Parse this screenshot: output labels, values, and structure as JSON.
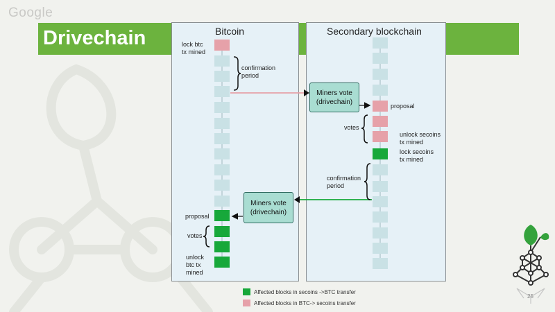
{
  "watermark_text": "Google",
  "slide": {
    "title": "Drivechain",
    "page_number": "25"
  },
  "left_panel": {
    "title": "Bitcoin",
    "labels": {
      "lock": "lock btc\ntx mined",
      "confirmation": "confirmation\nperiod",
      "proposal": "proposal",
      "votes": "votes",
      "unlock": "unlock\nbtc tx\nmined"
    }
  },
  "right_panel": {
    "title": "Secondary blockchain",
    "labels": {
      "proposal": "proposal",
      "votes": "votes",
      "unlock": "unlock secoins\ntx mined",
      "lock": "lock secoins\ntx mined",
      "confirmation": "confirmation\nperiod"
    }
  },
  "vote_boxes": {
    "top": "Miners vote\n(drivechain)",
    "bottom": "Miners vote\n(drivechain)"
  },
  "legend": [
    {
      "color": "#17a83a",
      "label": "Affected blocks in secoins ->BTC transfer"
    },
    {
      "color": "#e6a1a9",
      "label": "Affected blocks in BTC-> secoins transfer"
    }
  ],
  "colors": {
    "banner": "#6cb33e",
    "block": "#c9e1e5",
    "pink": "#e6a1a9",
    "green": "#17a83a",
    "panel": "#e6f1f7"
  },
  "icons": [
    "google-watermark",
    "tree-logo-icon"
  ]
}
